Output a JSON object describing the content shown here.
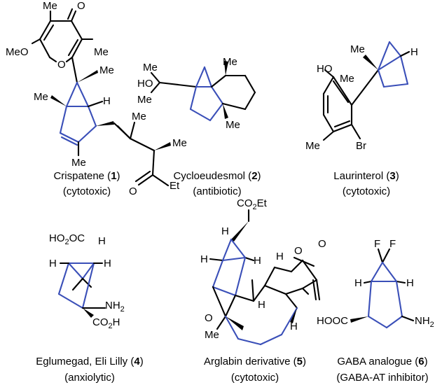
{
  "compounds": [
    {
      "name": "Crispatene",
      "number": "1",
      "activity": "(cytotoxic)"
    },
    {
      "name": "Cycloeudesmol",
      "number": "2",
      "activity": "(antibiotic)"
    },
    {
      "name": "Laurinterol",
      "number": "3",
      "activity": "(cytotoxic)"
    },
    {
      "name": "Eglumegad, Eli Lilly",
      "number": "4",
      "activity": "(anxiolytic)"
    },
    {
      "name": "Arglabin derivative",
      "number": "5",
      "activity": "(cytotoxic)"
    },
    {
      "name": "GABA analogue",
      "number": "6",
      "activity": "(GABA-AT inhibitor)"
    }
  ],
  "atom_labels": {
    "me": "Me",
    "meo": "MeO",
    "o": "O",
    "h": "H",
    "ho": "HO",
    "et": "Et",
    "br": "Br",
    "f": "F",
    "ho2c": "HO",
    "co2h": "CO",
    "co2et": "CO",
    "nh2": "NH",
    "hooc": "HOOC",
    "sub2": "2",
    "subh": "H",
    "subet": "Et"
  },
  "colors": {
    "ring_highlight": "#3a4fb8",
    "bond": "#000000"
  }
}
